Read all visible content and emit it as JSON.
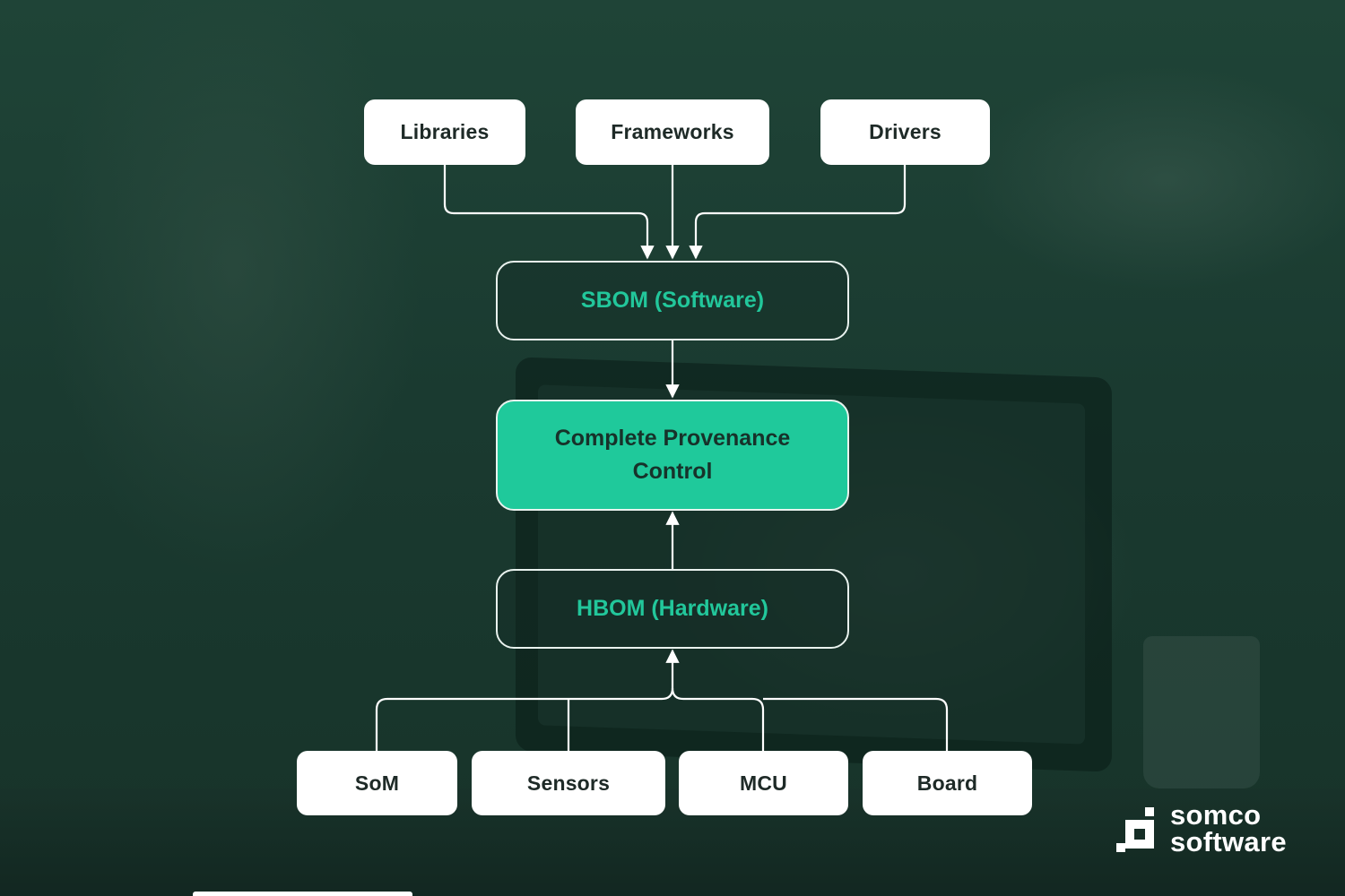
{
  "diagram": {
    "software_sources": [
      "Libraries",
      "Frameworks",
      "Drivers"
    ],
    "sbom_label": "SBOM (Software)",
    "center_label_line1": "Complete Provenance",
    "center_label_line2": "Control",
    "hbom_label": "HBOM (Hardware)",
    "hardware_sources": [
      "SoM",
      "Sensors",
      "MCU",
      "Board"
    ]
  },
  "brand": {
    "line1": "somco",
    "line2": "software"
  },
  "colors": {
    "accent": "#1fc99b",
    "accent_text": "#22c79b",
    "box_fill": "#ffffff",
    "connector": "#ffffff",
    "background": "#1b3a31"
  }
}
